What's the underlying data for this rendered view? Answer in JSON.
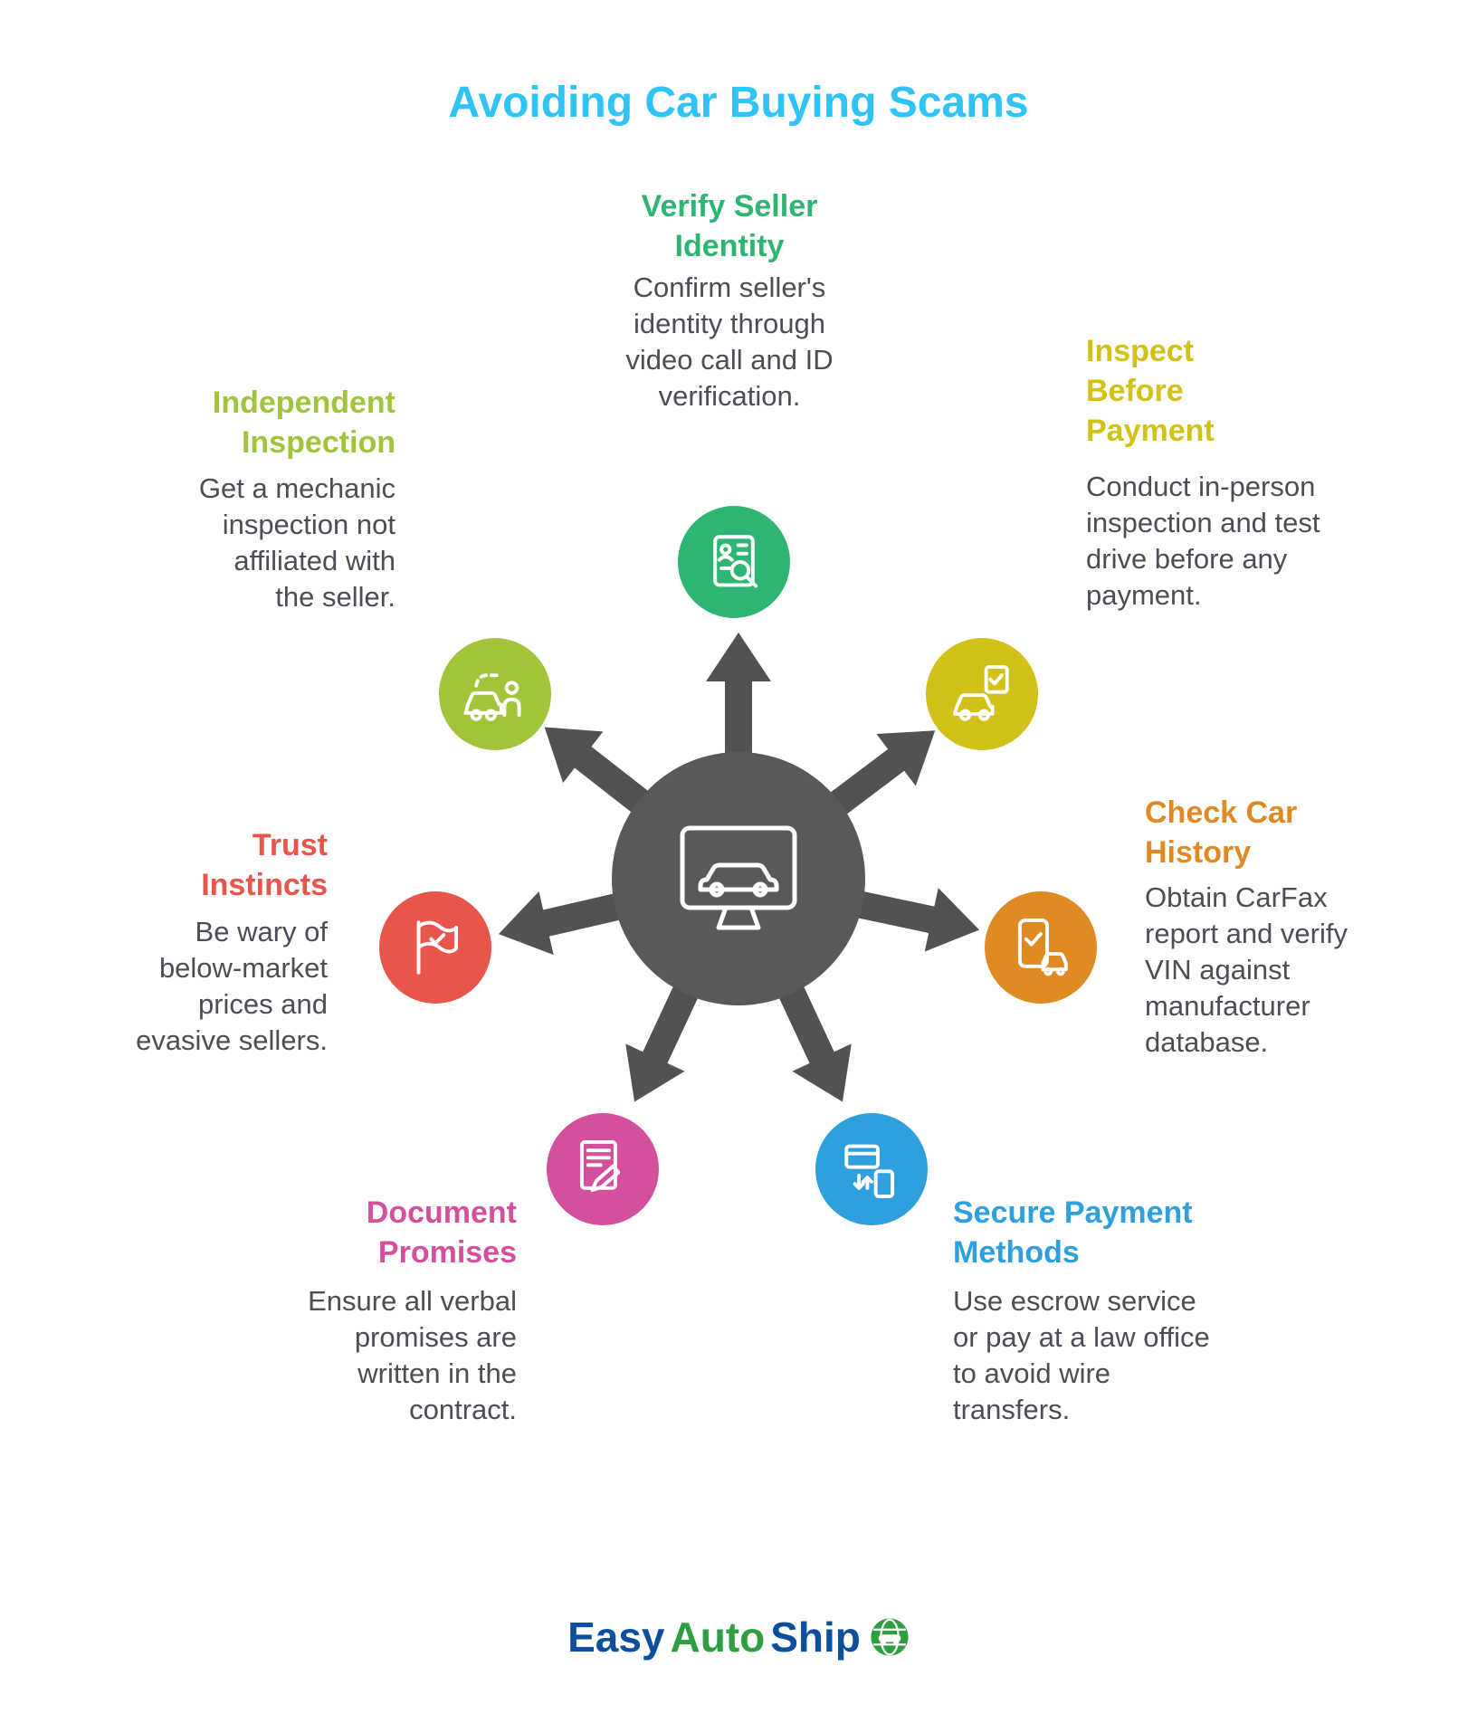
{
  "title": "Avoiding Car Buying Scams",
  "colors": {
    "title": "#2fc3f7",
    "hub": "#59595b",
    "arrows": "#525254",
    "body_text": "#4c4d55",
    "icon_stroke": "#ffffff"
  },
  "nodes": [
    {
      "id": "verify-seller-identity",
      "heading": "Verify Seller\nIdentity",
      "description": "Confirm seller's\nidentity through\nvideo call and ID\nverification.",
      "color": "#2eb573",
      "icon": "id-search-icon"
    },
    {
      "id": "inspect-before-payment",
      "heading": "Inspect\nBefore\nPayment",
      "description": "Conduct in-person\ninspection and test\ndrive before any\npayment.",
      "color": "#d2c116",
      "icon": "car-checklist-icon"
    },
    {
      "id": "check-car-history",
      "heading": "Check Car\nHistory",
      "description": "Obtain CarFax\nreport and verify\nVIN against\nmanufacturer\ndatabase.",
      "color": "#df8a23",
      "icon": "phone-car-check-icon"
    },
    {
      "id": "secure-payment-methods",
      "heading": "Secure Payment\nMethods",
      "description": "Use escrow service\nor pay at a law office\nto avoid wire\ntransfers.",
      "color": "#2da0dd",
      "icon": "card-transfer-icon"
    },
    {
      "id": "document-promises",
      "heading": "Document\nPromises",
      "description": "Ensure all verbal\npromises are\nwritten in the\ncontract.",
      "color": "#d4509c",
      "icon": "contract-signing-icon"
    },
    {
      "id": "trust-instincts",
      "heading": "Trust\nInstincts",
      "description": "Be wary of\nbelow-market\nprices and\nevasive sellers.",
      "color": "#e8554b",
      "icon": "flag-check-icon"
    },
    {
      "id": "independent-inspection",
      "heading": "Independent\nInspection",
      "description": "Get a mechanic\ninspection not\naffiliated with\nthe seller.",
      "color": "#a2c43a",
      "icon": "car-mechanic-icon"
    }
  ],
  "footer": {
    "brand": [
      {
        "text": "Easy",
        "color": "#0b4f9e"
      },
      {
        "text": "Auto",
        "color": "#2f9e41"
      },
      {
        "text": "Ship",
        "color": "#0b4f9e"
      }
    ],
    "logo_icon": "globe-car-icon"
  }
}
